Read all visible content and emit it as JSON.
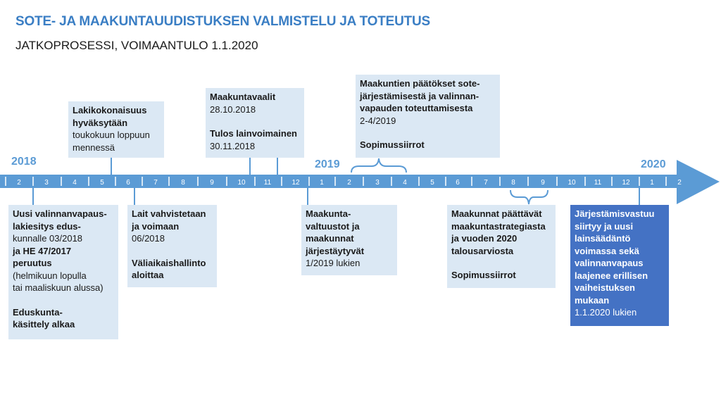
{
  "title": "SOTE- JA MAAKUNTAUUDISTUKSEN VALMISTELU JA TOTEUTUS",
  "subtitle": "JATKOPROSESSI, VOIMAANTULO 1.1.2020",
  "years": [
    "2018",
    "2019",
    "2020"
  ],
  "ticks": [
    "2",
    "3",
    "4",
    "5",
    "6",
    "7",
    "8",
    "9",
    "10",
    "11",
    "12",
    "1",
    "2",
    "3",
    "4",
    "5",
    "6",
    "7",
    "8",
    "9",
    "10",
    "11",
    "12",
    "1",
    "2"
  ],
  "colors": {
    "arrow": "#5b9bd5",
    "box": "#dbe8f4",
    "highlight": "#4472c4",
    "title": "#3a7ec4"
  },
  "boxes": {
    "lakikokonaisuus": [
      {
        "t": "Lakikokonaisuus",
        "b": true
      },
      {
        "t": "hyväksytään",
        "b": true
      },
      {
        "t": "toukokuun loppuun",
        "b": false
      },
      {
        "t": "mennessä",
        "b": false
      }
    ],
    "maakuntavaalit": [
      {
        "t": "Maakuntavaalit",
        "b": true
      },
      {
        "t": "28.10.2018",
        "b": false
      },
      {
        "t": "",
        "b": false
      },
      {
        "t": "Tulos lainvoimainen",
        "b": true
      },
      {
        "t": "30.11.2018",
        "b": false
      }
    ],
    "paatokset": [
      {
        "t": "Maakuntien päätökset sote-",
        "b": true
      },
      {
        "t": "järjestämisestä ja valinnan-",
        "b": true
      },
      {
        "t": "vapauden toteuttamisesta",
        "b": true
      },
      {
        "t": "2-4/2019",
        "b": false
      },
      {
        "t": "",
        "b": false
      },
      {
        "t": "Sopimussiirrot",
        "b": true
      }
    ],
    "valinnanvapaus": [
      {
        "t": "Uusi valinnanvapaus-",
        "b": true
      },
      {
        "t": "lakiesitys edus-",
        "b": true
      },
      {
        "t": "kunnalle 03/2018",
        "b": false
      },
      {
        "t": "ja HE 47/2017",
        "b": true
      },
      {
        "t": "peruutus",
        "b": true
      },
      {
        "t": "(helmikuun lopulla",
        "b": false
      },
      {
        "t": "tai maaliskuun alussa)",
        "b": false
      },
      {
        "t": "",
        "b": false
      },
      {
        "t": "Eduskunta-",
        "b": true
      },
      {
        "t": "käsittely alkaa",
        "b": true
      }
    ],
    "lait": [
      {
        "t": "Lait vahvistetaan",
        "b": true
      },
      {
        "t": "ja voimaan",
        "b": true
      },
      {
        "t": "06/2018",
        "b": false
      },
      {
        "t": "",
        "b": false
      },
      {
        "t": "Väliaikaishallinto",
        "b": true
      },
      {
        "t": "aloittaa",
        "b": true
      }
    ],
    "valtuustot": [
      {
        "t": "Maakunta-",
        "b": true
      },
      {
        "t": "valtuustot ja",
        "b": true
      },
      {
        "t": "maakunnat",
        "b": true
      },
      {
        "t": "järjestäytyvät",
        "b": true
      },
      {
        "t": "1/2019 lukien",
        "b": false
      }
    ],
    "strategiat": [
      {
        "t": "Maakunnat päättävät",
        "b": true
      },
      {
        "t": "maakuntastrategiasta",
        "b": true
      },
      {
        "t": "ja vuoden 2020",
        "b": true
      },
      {
        "t": "talousarviosta",
        "b": true
      },
      {
        "t": "",
        "b": false
      },
      {
        "t": "Sopimussiirrot",
        "b": true
      }
    ],
    "jarjestamisvastuu": [
      {
        "t": "Järjestämisvastuu",
        "b": true
      },
      {
        "t": "siirtyy ja uusi",
        "b": true
      },
      {
        "t": "lainsäädäntö",
        "b": true
      },
      {
        "t": "voimassa sekä",
        "b": true
      },
      {
        "t": "valinnanvapaus",
        "b": true
      },
      {
        "t": "laajenee  erillisen",
        "b": true
      },
      {
        "t": "vaiheistuksen",
        "b": true
      },
      {
        "t": "mukaan",
        "b": true
      },
      {
        "t": "1.1.2020 lukien",
        "b": false
      }
    ]
  }
}
